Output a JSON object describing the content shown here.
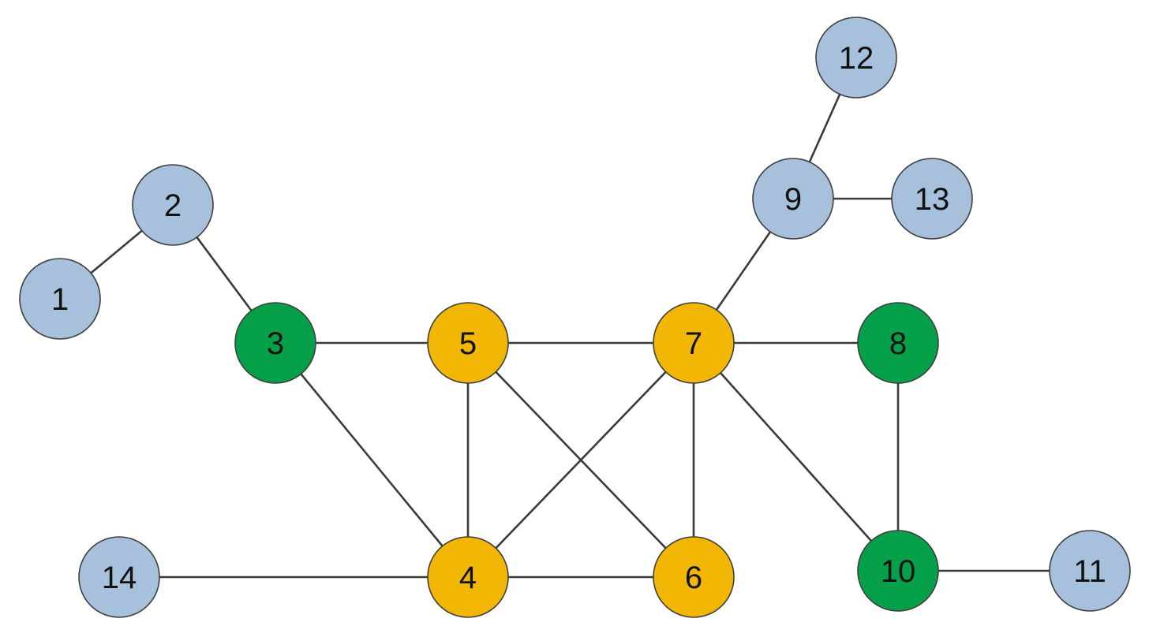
{
  "colors": {
    "blue": "#a7c0db",
    "green": "#06a04a",
    "orange": "#f2b705",
    "edge": "#3a3a3a",
    "outline": "#3f3f3f"
  },
  "nodes": [
    {
      "id": "1",
      "label": "1",
      "color": "blue"
    },
    {
      "id": "2",
      "label": "2",
      "color": "blue"
    },
    {
      "id": "3",
      "label": "3",
      "color": "green"
    },
    {
      "id": "4",
      "label": "4",
      "color": "orange"
    },
    {
      "id": "5",
      "label": "5",
      "color": "orange"
    },
    {
      "id": "6",
      "label": "6",
      "color": "orange"
    },
    {
      "id": "7",
      "label": "7",
      "color": "orange"
    },
    {
      "id": "8",
      "label": "8",
      "color": "green"
    },
    {
      "id": "9",
      "label": "9",
      "color": "blue"
    },
    {
      "id": "10",
      "label": "10",
      "color": "green"
    },
    {
      "id": "11",
      "label": "11",
      "color": "blue"
    },
    {
      "id": "12",
      "label": "12",
      "color": "blue"
    },
    {
      "id": "13",
      "label": "13",
      "color": "blue"
    },
    {
      "id": "14",
      "label": "14",
      "color": "blue"
    }
  ],
  "edges": [
    [
      "1",
      "2"
    ],
    [
      "2",
      "3"
    ],
    [
      "3",
      "5"
    ],
    [
      "3",
      "4"
    ],
    [
      "5",
      "7"
    ],
    [
      "5",
      "4"
    ],
    [
      "5",
      "6"
    ],
    [
      "7",
      "4"
    ],
    [
      "7",
      "6"
    ],
    [
      "7",
      "8"
    ],
    [
      "7",
      "9"
    ],
    [
      "7",
      "10"
    ],
    [
      "8",
      "10"
    ],
    [
      "9",
      "12"
    ],
    [
      "9",
      "13"
    ],
    [
      "10",
      "11"
    ],
    [
      "4",
      "14"
    ],
    [
      "4",
      "6"
    ]
  ]
}
